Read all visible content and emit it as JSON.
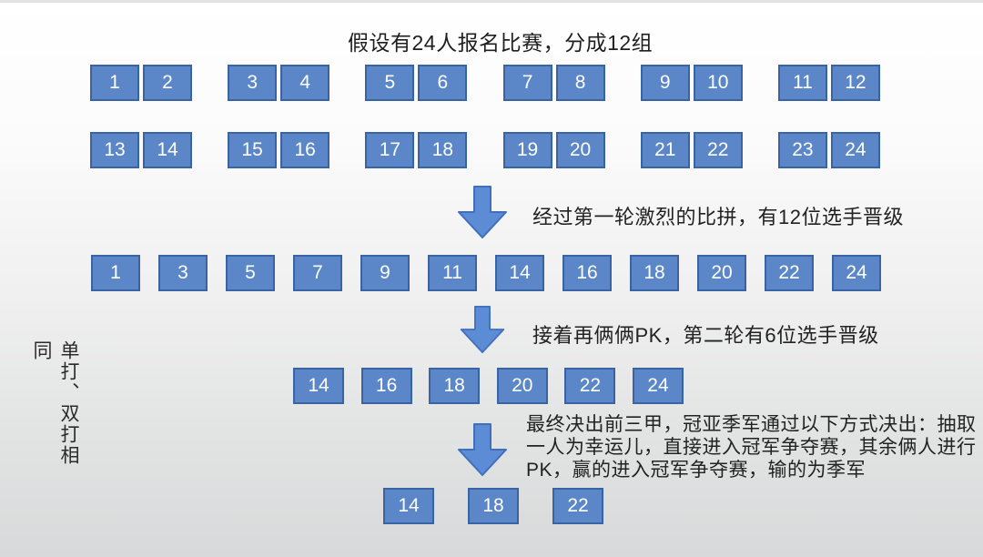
{
  "slide": {
    "title": "假设有24人报名比赛，分成12组",
    "side_label": "单打、双打相同"
  },
  "rounds": {
    "signup_row1_pairs": [
      [
        "1",
        "2"
      ],
      [
        "3",
        "4"
      ],
      [
        "5",
        "6"
      ],
      [
        "7",
        "8"
      ],
      [
        "9",
        "10"
      ],
      [
        "11",
        "12"
      ]
    ],
    "signup_row2_pairs": [
      [
        "13",
        "14"
      ],
      [
        "15",
        "16"
      ],
      [
        "17",
        "18"
      ],
      [
        "19",
        "20"
      ],
      [
        "21",
        "22"
      ],
      [
        "23",
        "24"
      ]
    ],
    "round1_winners": [
      "1",
      "3",
      "5",
      "7",
      "9",
      "11",
      "14",
      "16",
      "18",
      "20",
      "22",
      "24"
    ],
    "round2_winners": [
      "14",
      "16",
      "18",
      "20",
      "22",
      "24"
    ],
    "round3_winners": [
      "14",
      "18",
      "22"
    ]
  },
  "captions": {
    "step1": "经过第一轮激烈的比拼，有12位选手晋级",
    "step2": "接着再俩俩PK，第二轮有6位选手晋级",
    "step3_line1": "最终决出前三甲，冠亚季军通过以下方式决出：抽取",
    "step3_line2": "一人为幸运儿，直接进入冠军争夺赛，其余俩人进行",
    "step3_line3": "PK，赢的进入冠军争夺赛，输的为季军"
  },
  "icons": {
    "down_arrow": "down-arrow-icon"
  },
  "colors": {
    "box_fill": "#5B87C8",
    "box_border": "#3A63A3",
    "box_text": "#FFFFFF",
    "arrow_fill": "#5C8CD6",
    "arrow_border": "#4070BD",
    "text": "#222222",
    "bg_top": "#FFFFFF",
    "bg_bottom": "#D8D9DA"
  }
}
